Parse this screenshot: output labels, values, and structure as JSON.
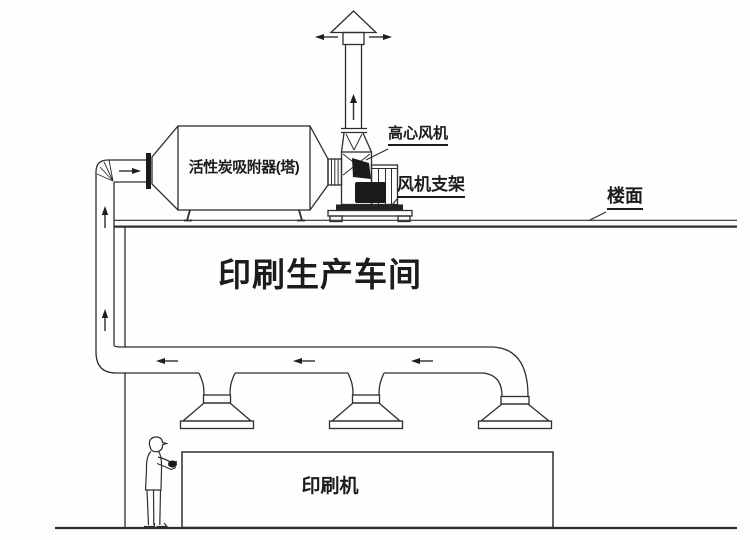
{
  "colors": {
    "background": "#fefefe",
    "line": "#2e2e2e",
    "dark_fill": "#1a1a1a"
  },
  "labels": {
    "centrifugal_fan": "高心风机",
    "fan_support": "风机支架",
    "floor_slab": "楼面",
    "carbon_adsorber": "活性炭吸附器(塔)",
    "workshop_title": "印刷生产车间",
    "printing_machine": "印刷机"
  },
  "arrows": {
    "stack_up_count": 1,
    "cap_outward_count": 2,
    "adsorber_inlet_right_count": 1,
    "riser_up_count": 2,
    "header_duct_left_count": 3
  },
  "hood_count": 3
}
